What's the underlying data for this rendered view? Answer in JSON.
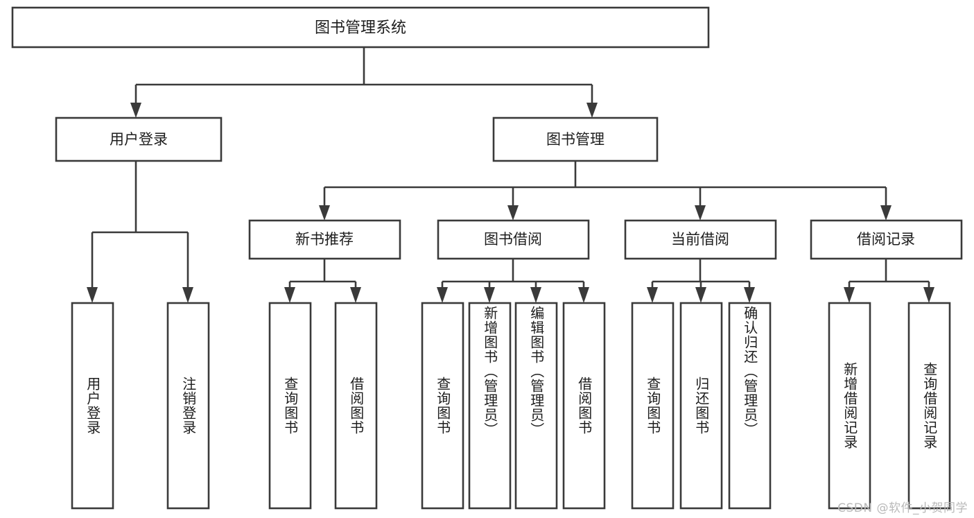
{
  "diagram": {
    "type": "tree-hierarchy-chart",
    "title": "图书管理系统",
    "orientation": "top-down",
    "leaf_text_orientation": "vertical",
    "colors": {
      "box_fill": "#ffffff",
      "box_stroke": "#3a3a3a",
      "connector": "#3a3a3a",
      "text": "#1d1d1d",
      "watermark": "#b9b9b9",
      "background": "#ffffff"
    },
    "root": {
      "label": "图书管理系统"
    },
    "level2": [
      {
        "label": "用户登录"
      },
      {
        "label": "图书管理"
      }
    ],
    "level3": [
      {
        "label": "新书推荐"
      },
      {
        "label": "图书借阅"
      },
      {
        "label": "当前借阅"
      },
      {
        "label": "借阅记录"
      }
    ],
    "leaves": {
      "user_login": [
        {
          "label": "用户登录"
        },
        {
          "label": "注销登录"
        }
      ],
      "new_book_recommend": [
        {
          "label": "查询图书"
        },
        {
          "label": "借阅图书"
        }
      ],
      "book_borrow": [
        {
          "label": "查询图书"
        },
        {
          "label": "新增图书（管理员）"
        },
        {
          "label": "编辑图书（管理员）"
        },
        {
          "label": "借阅图书"
        }
      ],
      "current_borrow": [
        {
          "label": "查询图书"
        },
        {
          "label": "归还图书"
        },
        {
          "label": "确认归还（管理员）"
        }
      ],
      "borrow_record": [
        {
          "label": "新增借阅记录"
        },
        {
          "label": "查询借阅记录"
        }
      ]
    },
    "watermark": "CSDN @软件_小贺同学"
  }
}
